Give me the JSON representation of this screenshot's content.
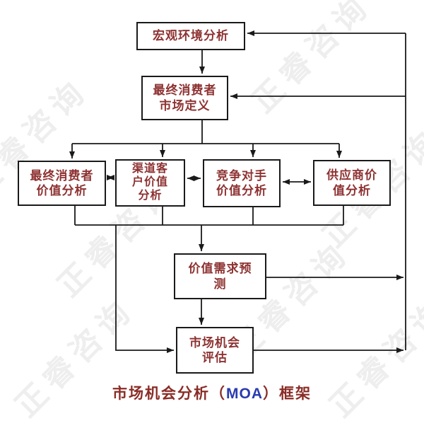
{
  "diagram": {
    "title": {
      "prefix": "市场机会分析（",
      "moa": "MOA",
      "suffix": "）框架"
    },
    "boxes": {
      "macro": "宏观环境分析",
      "market_def": "最终消费者\n市场定义",
      "consumer_value": "最终消费者\n价值分析",
      "channel_value": "渠道客\n户价值\n分析",
      "competitor_value": "竞争对手\n价值分析",
      "supplier_value": "供应商价\n值分析",
      "demand_forecast": "价值需求预\n测",
      "opportunity_eval": "市场机会\n评估"
    },
    "colors": {
      "box_text": "#8e3232",
      "box_border": "#1a1a1a",
      "connector": "#1a1a1a",
      "title_text": "#8a2c26",
      "moa_blue": "#2b3ab0"
    },
    "watermark": {
      "text": "正睿咨询"
    }
  }
}
